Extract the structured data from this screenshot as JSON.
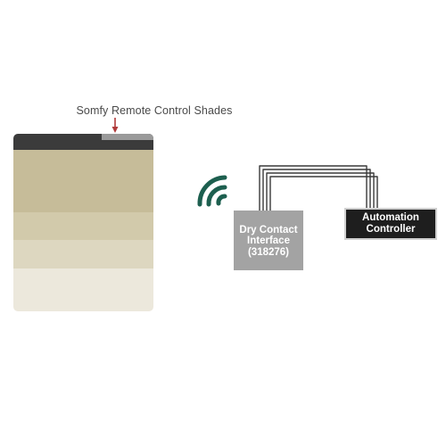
{
  "diagram": {
    "shade_label": "Somfy Remote Control Shades",
    "dry_contact": {
      "line1": "Dry Contact",
      "line2": "Interface",
      "line3": "(318276)"
    },
    "controller": {
      "line1": "Automation",
      "line2": "Controller"
    },
    "icons": {
      "wireless": "wireless-signal-icon",
      "arrow": "down-arrow-icon"
    },
    "colors": {
      "arrow": "#b03a3a",
      "wireless": "#1d5f4f",
      "headrail": "#3b3b3b",
      "fabric": "#c6bc99",
      "dry_contact_box": "#a3a3a3",
      "controller_box": "#1e1e1e"
    }
  }
}
